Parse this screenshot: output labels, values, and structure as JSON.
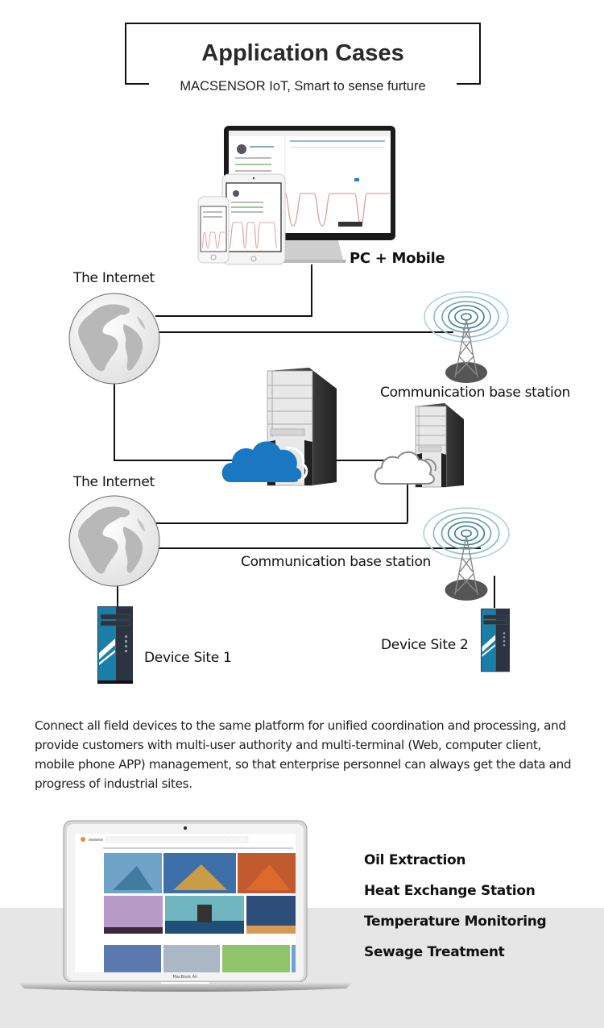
{
  "header": {
    "title": "Application Cases",
    "subtitle": "MACSENSOR IoT, Smart to sense furture"
  },
  "diagram": {
    "pc_mobile_label": "PC + Mobile",
    "internet_top_label": "The Internet",
    "internet_bottom_label": "The Internet",
    "base_station_top_label": "Communication base station",
    "base_station_bottom_label": "Communication base station",
    "device_site_1_label": "Device Site 1",
    "device_site_2_label": "Device Site 2",
    "colors": {
      "cloud_blue": "#1a78c2",
      "device_blue": "#1a7fa8",
      "device_dark": "#2b3440",
      "chart_line": "#e0a0a0",
      "signal_teal": "#3a7f8f"
    }
  },
  "description": "Connect all field devices to the same platform for unified coordination and processing, and provide customers with multi-user authority and multi-terminal (Web, computer client, mobile phone APP) management, so that enterprise personnel can always get the data and progress of industrial sites.",
  "laptop": {
    "brand_label": "MacBook Air"
  },
  "applications": [
    {
      "label": "Oil Extraction"
    },
    {
      "label": "Heat Exchange Station"
    },
    {
      "label": "Temperature Monitoring"
    },
    {
      "label": "Sewage Treatment"
    }
  ]
}
